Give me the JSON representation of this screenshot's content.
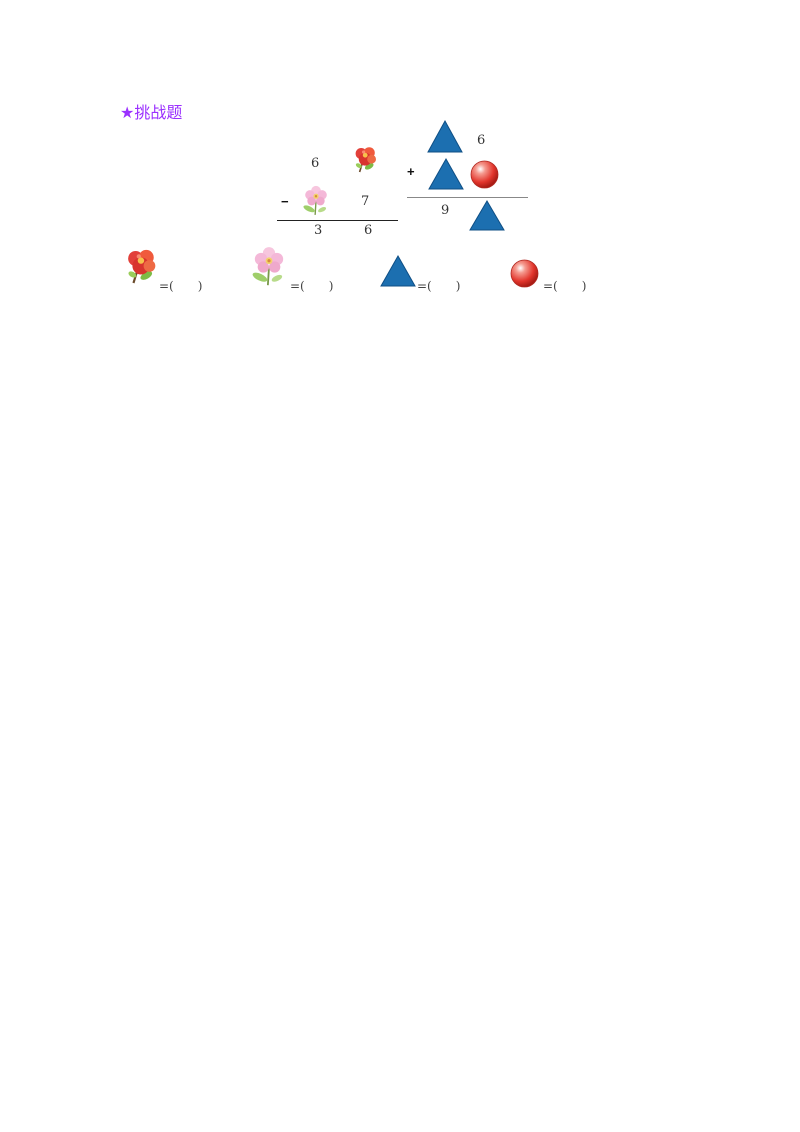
{
  "heading": "★挑战题",
  "subtraction": {
    "top_tens": "6",
    "operator": "−",
    "bottom_ones": "7",
    "result_tens": "3",
    "result_ones": "6"
  },
  "addition": {
    "top_ones": "6",
    "operator": "+",
    "result_tens": "9"
  },
  "answers": {
    "red_flower_blank": "=(　　)",
    "pink_flower_blank": "=(　　)",
    "triangle_blank": "=(　　)",
    "ball_blank": "=(　　)"
  },
  "colors": {
    "heading": "#9b30ff",
    "triangle": "#1c6fb0",
    "ball": "#e8423a",
    "red_flower": "#e2403a",
    "pink_flower": "#f4b8d8"
  }
}
